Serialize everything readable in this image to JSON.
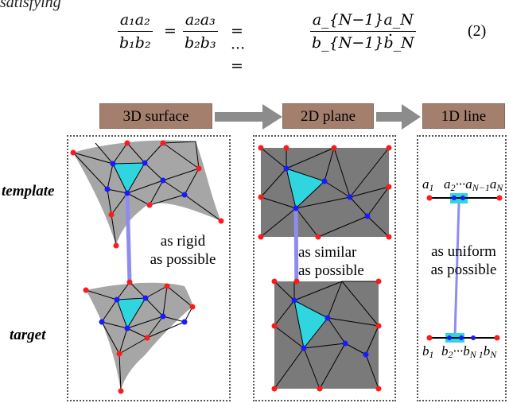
{
  "leading_text": "satisfying",
  "equation": {
    "fractions": [
      {
        "num": "a₁a₂",
        "den": "b₁b₂"
      },
      {
        "num": "a₂a₃",
        "den": "b₂b₃"
      },
      {
        "num": "a_{N−1}a_N",
        "den": "b_{N−1}b_N"
      }
    ],
    "ellipsis": "= ··· =",
    "number": "(2)"
  },
  "stages": {
    "surface_3d": "3D surface",
    "plane_2d": "2D plane",
    "line_1d": "1D line"
  },
  "row_labels": {
    "template": "template",
    "target": "target"
  },
  "constraints": {
    "rigid": [
      "as rigid",
      "as possible"
    ],
    "similar": [
      "as similar",
      "as possible"
    ],
    "uniform": [
      "as uniform",
      "as possible"
    ]
  },
  "line_labels": {
    "template_a1": "a",
    "template_a1_sub": "1",
    "template_mid": "a",
    "template_mid_sub": "2",
    "template_dots": "···",
    "template_aN1": "a",
    "template_aN1_sub": "N−1",
    "template_aN": "a",
    "template_aN_sub": "N",
    "target_b1": "b",
    "target_b1_sub": "1",
    "target_b2": "b",
    "target_b2_sub": "2",
    "target_dots": "···",
    "target_bN1": "b",
    "target_bN1_sub": "N 1",
    "target_bN": "b",
    "target_bN_sub": "N"
  },
  "colors": {
    "header_fill": "#a57f6d",
    "arrow_gray": "#8c8c8c",
    "surface_gray": "#a6a6a6",
    "plane_gray": "#7a7a7a",
    "highlight_cyan": "#2fd6e0",
    "link_blue": "#8f8cf0",
    "vertex_red": "#ff1a1a",
    "vertex_blue": "#1a1aff"
  }
}
